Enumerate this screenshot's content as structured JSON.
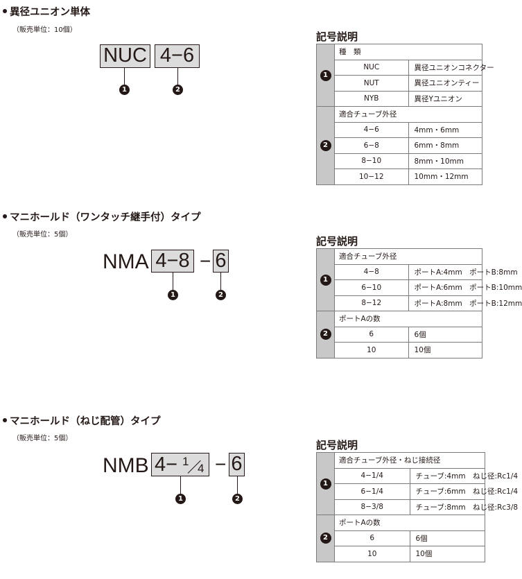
{
  "sections": [
    {
      "title": "異径ユニオン単体",
      "sales_unit": "（販売単位：10個）",
      "code_prefix": "NUC",
      "code_box1": "4−6",
      "markers": [
        "1",
        "2"
      ],
      "legend_title": "記号説明",
      "groups": [
        {
          "marker": "1",
          "header": "種　類",
          "rows": [
            [
              "NUC",
              "異径ユニオンコネクター"
            ],
            [
              "NUT",
              "異径ユニオンティー"
            ],
            [
              "NYB",
              "異径Yユニオン"
            ]
          ]
        },
        {
          "marker": "2",
          "header": "適合チューブ外径",
          "rows": [
            [
              "4−6",
              "4mm・6mm"
            ],
            [
              "6−8",
              "6mm・8mm"
            ],
            [
              "8−10",
              "8mm・10mm"
            ],
            [
              "10−12",
              "10mm・12mm"
            ]
          ]
        }
      ]
    },
    {
      "title": "マニホールド（ワンタッチ継手付）タイプ",
      "sales_unit": "（販売単位：5個）",
      "code_prefix": "NMA",
      "code_box1": "4−8",
      "code_dash": "−",
      "code_box2": "6",
      "markers": [
        "1",
        "2"
      ],
      "legend_title": "記号説明",
      "groups": [
        {
          "marker": "1",
          "header": "適合チューブ外径",
          "rows": [
            [
              "4−8",
              "ポートA:4mm　ポートB:8mm"
            ],
            [
              "6−10",
              "ポートA:6mm　ポートB:10mm"
            ],
            [
              "8−12",
              "ポートA:8mm　ポートB:12mm"
            ]
          ]
        },
        {
          "marker": "2",
          "header": "ポートAの数",
          "rows": [
            [
              "6",
              "6個"
            ],
            [
              "10",
              "10個"
            ]
          ]
        }
      ]
    },
    {
      "title": "マニホールド（ねじ配管）タイプ",
      "sales_unit": "（販売単位：5個）",
      "code_prefix": "NMB",
      "code_box1_main": "4−",
      "code_box1_num": "1",
      "code_box1_den": "4",
      "code_dash": "−",
      "code_box2": "6",
      "markers": [
        "1",
        "2"
      ],
      "legend_title": "記号説明",
      "groups": [
        {
          "marker": "1",
          "header": "適合チューブ外径・ねじ接続径",
          "rows": [
            [
              "4−1/4",
              "チューブ:4mm　ねじ径:Rc1/4"
            ],
            [
              "6−1/4",
              "チューブ:6mm　ねじ径:Rc1/4"
            ],
            [
              "8−3/8",
              "チューブ:8mm　ねじ径:Rc3/8"
            ]
          ]
        },
        {
          "marker": "2",
          "header": "ポートAの数",
          "rows": [
            [
              "6",
              "6個"
            ],
            [
              "10",
              "10個"
            ]
          ]
        }
      ]
    }
  ]
}
